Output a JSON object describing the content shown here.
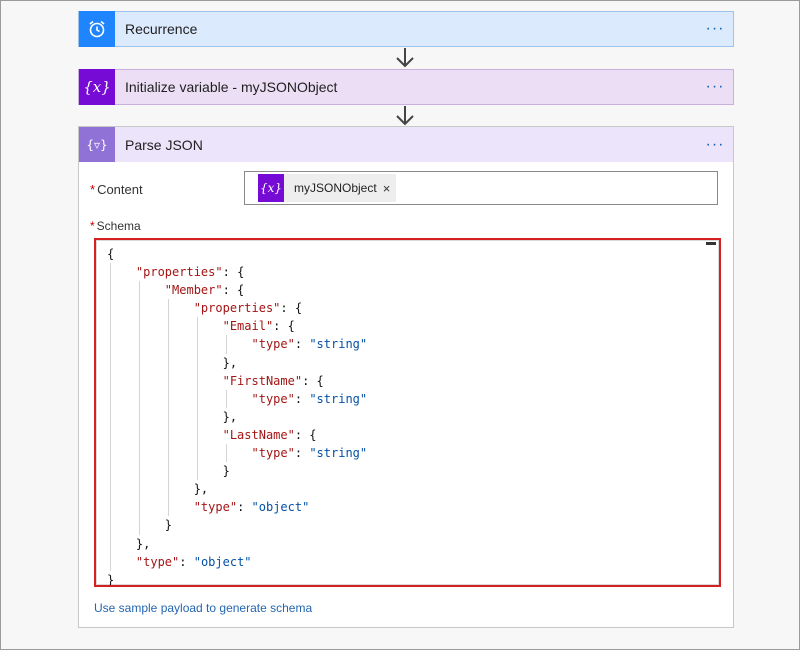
{
  "steps": {
    "recurrence": {
      "title": "Recurrence",
      "more": "···",
      "icon": "alarm-clock-icon"
    },
    "init_variable": {
      "title": "Initialize variable - myJSONObject",
      "more": "···",
      "icon": "variable-icon"
    },
    "parse_json": {
      "title": "Parse JSON",
      "more": "···",
      "icon": "parse-json-icon"
    }
  },
  "parse_json_form": {
    "content_label": "Content",
    "required_marker": "*",
    "content_token": {
      "label": "myJSONObject",
      "icon_text": "{x}",
      "remove": "×"
    },
    "schema_label": "Schema",
    "schema_lines": [
      "{",
      "    \"properties\": {",
      "        \"Member\": {",
      "            \"properties\": {",
      "                \"Email\": {",
      "                    \"type\": \"string\"",
      "                },",
      "                \"FirstName\": {",
      "                    \"type\": \"string\"",
      "                },",
      "                \"LastName\": {",
      "                    \"type\": \"string\"",
      "                }",
      "            },",
      "            \"type\": \"object\"",
      "        }",
      "    },",
      "    \"type\": \"object\"",
      "}"
    ],
    "sample_payload_link": "Use sample payload to generate schema"
  },
  "colors": {
    "recurrence_accent": "#1f85ff",
    "variable_accent": "#770bd6",
    "parse_accent": "#9071d6",
    "schema_highlight_border": "#d42020",
    "json_key": "#a31515",
    "json_string": "#0451a5"
  }
}
